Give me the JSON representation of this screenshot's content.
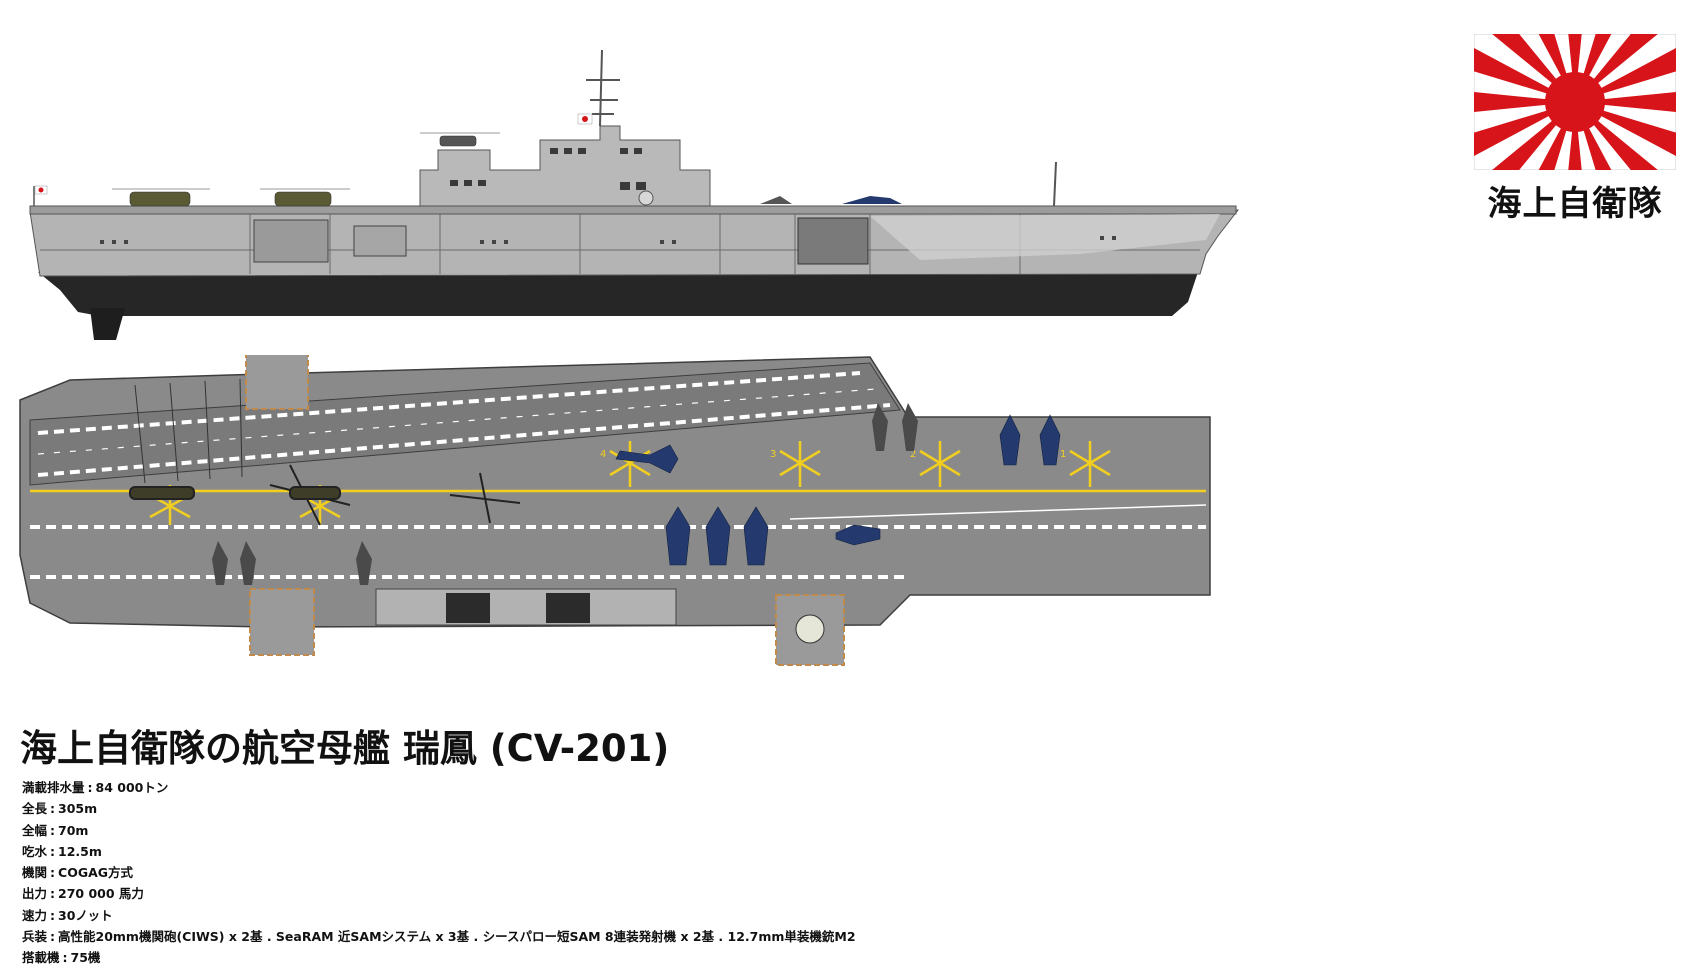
{
  "emblem": {
    "label": "海上自衛隊",
    "flag_colors": {
      "red": "#d7141a",
      "white": "#ffffff"
    }
  },
  "title": "海上自衛隊の航空母艦 瑞鳳 (CV-201)",
  "specs": [
    {
      "label": "満載排水量",
      "value": "84 000トン"
    },
    {
      "label": "全長",
      "value": "305m"
    },
    {
      "label": "全幅",
      "value": "70m"
    },
    {
      "label": "吃水",
      "value": "12.5m"
    },
    {
      "label": "機関",
      "value": "COGAG方式"
    },
    {
      "label": "出力",
      "value": "270 000 馬力"
    },
    {
      "label": "速力",
      "value": "30ノット"
    },
    {
      "label": "兵装",
      "value": "高性能20mm機関砲(CIWS) x 2基 . SeaRAM 近SAMシステム x 3基 . シースパロー短SAM 8連装発射機 x 2基 . 12.7mm単装機銃M2"
    },
    {
      "label": "搭載機",
      "value": "75機"
    }
  ],
  "deck_markings": [
    "4",
    "3",
    "2",
    "1"
  ],
  "colors": {
    "hull_gray": "#b4b4b4",
    "hull_dark": "#262626",
    "deck_gray": "#8a8a8a",
    "deck_line_yellow": "#f2cf1f",
    "aircraft_blue": "#243a6e"
  }
}
